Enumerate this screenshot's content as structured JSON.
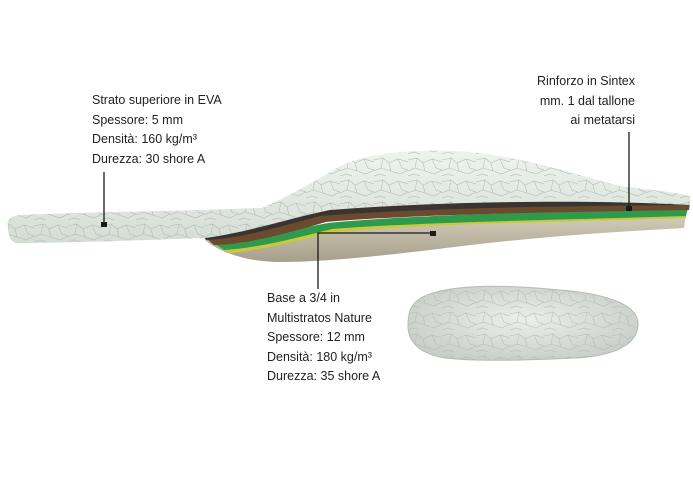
{
  "callouts": {
    "upper_layer": {
      "lines": [
        "Strato superiore in EVA",
        "Spessore: 5 mm",
        "Densità: 160 kg/m³",
        "Durezza: 30 shore A"
      ]
    },
    "reinforcement": {
      "lines": [
        "Rinforzo in Sintex",
        "mm. 1 dal tallone",
        "ai metatarsi"
      ]
    },
    "base": {
      "lines": [
        "Base a 3/4 in",
        "Multistratos Nature",
        "Spessore: 12 mm",
        "Densità: 180 kg/m³",
        "Durezza: 35 shore A"
      ]
    }
  },
  "colors": {
    "eva_surface": "#e4ebe4",
    "eva_crackle": "#b9c2bb",
    "dark_layer": "#3a3430",
    "brown_layer": "#6b4a2e",
    "green_layer": "#2f9a4c",
    "yellow_layer": "#c9c93a",
    "base_layer": "#c2bba8",
    "leader_line": "#1a1a1a"
  }
}
